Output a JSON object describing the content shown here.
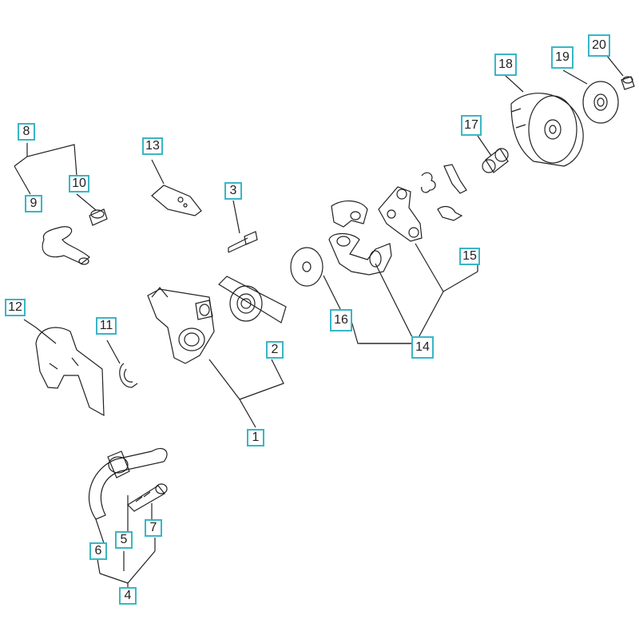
{
  "callout_border_color": "#39b6c6",
  "line_color": "#222222",
  "callouts": [
    {
      "id": "1",
      "text": "1"
    },
    {
      "id": "2",
      "text": "2"
    },
    {
      "id": "3",
      "text": "3"
    },
    {
      "id": "4",
      "text": "4"
    },
    {
      "id": "5",
      "text": "5"
    },
    {
      "id": "6",
      "text": "6"
    },
    {
      "id": "7",
      "text": "7"
    },
    {
      "id": "8",
      "text": "8"
    },
    {
      "id": "9",
      "text": "9"
    },
    {
      "id": "10",
      "text": "10"
    },
    {
      "id": "11",
      "text": "11"
    },
    {
      "id": "12",
      "text": "12"
    },
    {
      "id": "13",
      "text": "13"
    },
    {
      "id": "14",
      "text": "14"
    },
    {
      "id": "15",
      "text": "15"
    },
    {
      "id": "16",
      "text": "16"
    },
    {
      "id": "17",
      "text": "17"
    },
    {
      "id": "18",
      "text": "18"
    },
    {
      "id": "19",
      "text": "19"
    },
    {
      "id": "20",
      "text": "20"
    }
  ]
}
